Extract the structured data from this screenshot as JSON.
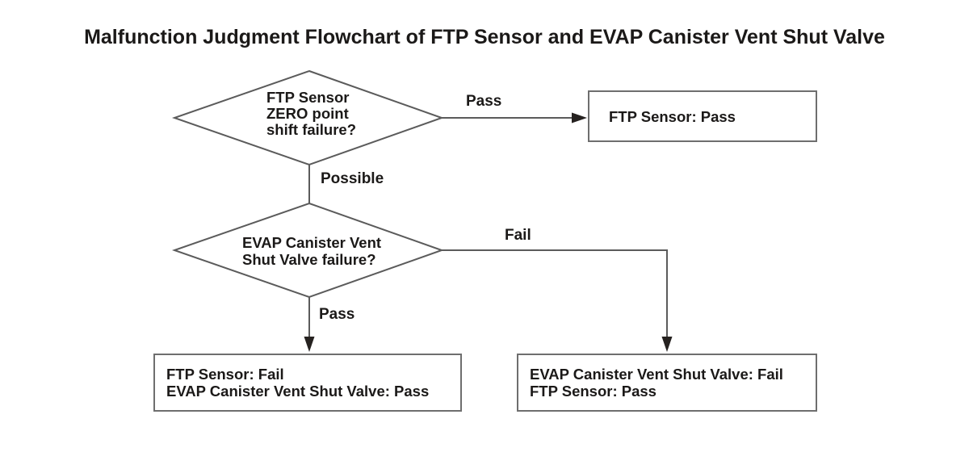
{
  "title": "Malfunction Judgment Flowchart of FTP Sensor and EVAP Canister Vent Shut Valve",
  "colors": {
    "line": "#5b5b5b",
    "border": "#6e6e6e",
    "arrow": "#262220",
    "text": "#1b1918"
  },
  "nodes": {
    "diamond_ftp_zero": {
      "lines": [
        "FTP Sensor",
        "ZERO point",
        "shift failure?"
      ]
    },
    "diamond_evap_valve": {
      "lines": [
        "EVAP Canister Vent",
        "Shut Valve failure?"
      ]
    },
    "box_ftp_pass": {
      "lines": [
        "FTP Sensor: Pass"
      ]
    },
    "box_ftp_fail_evap_pass": {
      "lines": [
        "FTP Sensor: Fail",
        "EVAP Canister Vent Shut Valve: Pass"
      ]
    },
    "box_evap_fail_ftp_pass": {
      "lines": [
        "EVAP Canister Vent Shut Valve: Fail",
        "FTP Sensor: Pass"
      ]
    }
  },
  "edges": {
    "pass_top": "Pass",
    "possible": "Possible",
    "fail": "Fail",
    "pass_bottom": "Pass"
  }
}
